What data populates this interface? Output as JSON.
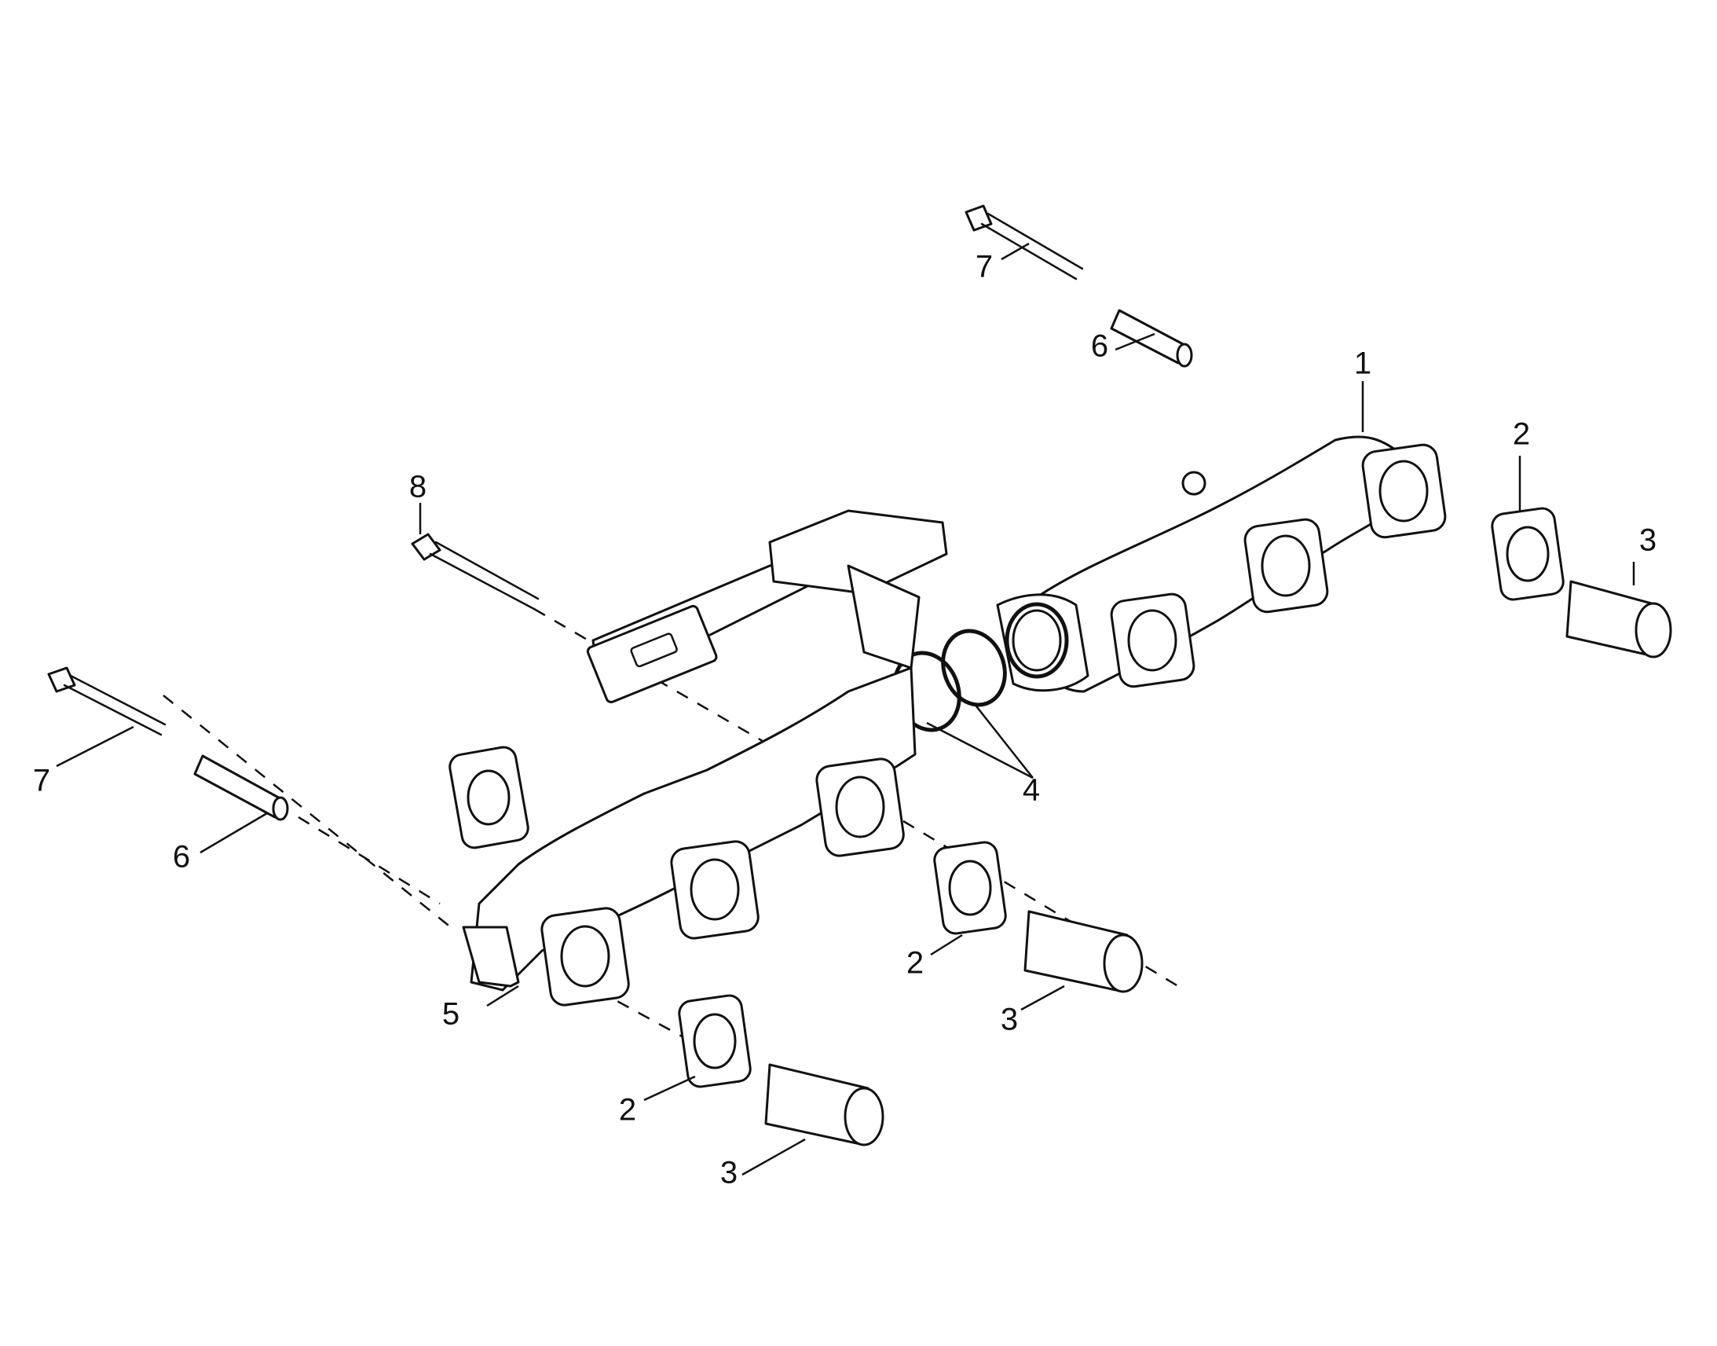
{
  "diagram": {
    "callouts": {
      "manifold_rear": "1",
      "gasket_right": "2",
      "sleeve_right": "3",
      "seal_rings": "4",
      "manifold_front": "5",
      "spacer_top": "6",
      "bolt_top": "7",
      "long_bolt": "8",
      "spacer_left": "6",
      "bolt_left": "7",
      "gasket_middle": "2",
      "sleeve_middle": "3",
      "gasket_bottom": "2",
      "sleeve_bottom": "3"
    }
  }
}
